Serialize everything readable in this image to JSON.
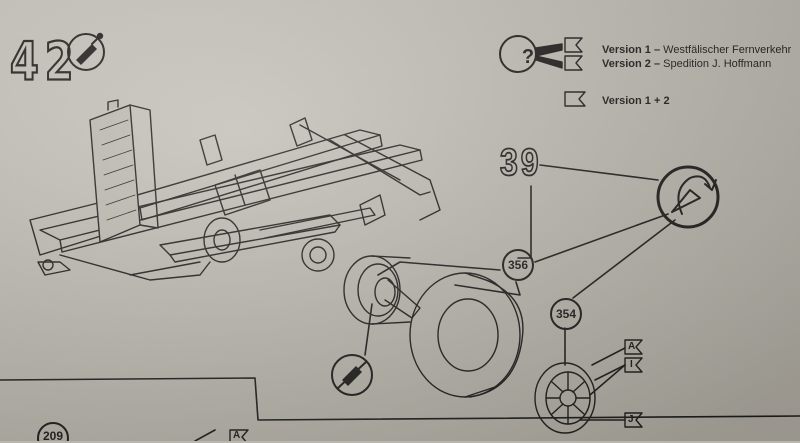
{
  "step": {
    "number": "42"
  },
  "substep": {
    "number": "39"
  },
  "legend": {
    "question_mark": "?",
    "version1_label": "Version 1 –",
    "version1_text": "Westfälischer Fernverkehr",
    "version2_label": "Version 2 –",
    "version2_text": "Spedition J. Hoffmann",
    "version12_text": "Version 1 + 2"
  },
  "parts": {
    "rim_part": "356",
    "hub_part": "354",
    "bottom_part": "209"
  },
  "flags": {
    "flag_a": "A",
    "flag_i": "I",
    "flag_j": "J",
    "flag_a_bottom": "A"
  },
  "colors": {
    "ink": "#1e1d1b",
    "paper": "#c4c1b8"
  }
}
